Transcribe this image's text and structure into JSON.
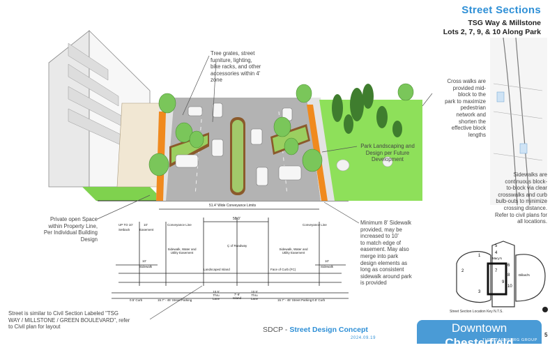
{
  "header": {
    "title": "Street Sections",
    "subtitle_line1": "TSG Way & Millstone",
    "subtitle_line2": "Lots 2, 7, 9, & 10 Along Park"
  },
  "annotations": {
    "tree_grates": [
      "Tree grates, street",
      "furniture, lighting,",
      "bike racks, and other",
      "accessories within 4'",
      "zone"
    ],
    "park": [
      "Park Landscaping and",
      "Design per Future",
      "Development"
    ],
    "private_space": [
      "Private open Space",
      "within Property Line,",
      "Per Individual Building",
      "Design"
    ],
    "sidewalk_min": [
      "Minimum 8' Sidewalk",
      "provided, may be",
      "increased to 10'",
      "to match edge of",
      "easement. May also",
      "merge into park",
      "design elements as",
      "long as consistent",
      "sidewalk around park",
      "is provided"
    ],
    "crosswalks": [
      "Cross walks are",
      "provided mid-",
      "block to the",
      "park to maximize",
      "pedestrian",
      "network and",
      "shorten the",
      "effective block",
      "lengths"
    ],
    "sidewalks_cont": [
      "Sidewalks are",
      "continuous block-",
      "to-block via clear",
      "crosswalks and curb",
      "bulb-outs to minimize",
      "crossing distance.",
      "Refer to civil plans for",
      "all locations."
    ],
    "civil_section": [
      "Street is similar to Civil Section Labeled \"TSG",
      "WAY / MILLSTONE / GREEN BOULEVARD\", refer",
      "to Civil plan for layout"
    ]
  },
  "section_labels": {
    "conveyance": "51.4' Wide Conveyance Limits",
    "row_width": "58.0'",
    "setback_dim": "UP TO 10'",
    "setback": "Setback",
    "easement_dim": "10'",
    "easement": "Easement",
    "conveyance_line": "Conveyance Line",
    "centerline": "Ç of Roadway",
    "sidewalk_utility": "Sidewalk, Water and Utility Easement",
    "sidewalk_dim": "10'",
    "sidewalk": "Sidewalk",
    "landscaped_island": "Landscaped Island",
    "face_of_curb": "Face of Curb (FC)",
    "curb": "0.5' Curb",
    "parking": "15.7' - 45' Street Parking",
    "thru_dim": "10.5'",
    "thru": "Thru",
    "lane": "Lane",
    "island_dim": "7'-9'",
    "island": "Island"
  },
  "key_map": {
    "caption": "Street Section Location Key N.T.S.",
    "lots": [
      "1",
      "2",
      "3",
      "4",
      "5",
      "6",
      "7",
      "8",
      "9",
      "10"
    ],
    "labels": [
      "Macy's",
      "Dillard's"
    ]
  },
  "footer": {
    "prefix": "SDCP - ",
    "concept": "Street Design Concept",
    "date": "2024.09.19",
    "brand_light": "Downtown ",
    "brand_bold": "Chesterfield",
    "brand_by": "THE STAENBERG GROUP",
    "page": "5"
  },
  "colors": {
    "accent": "#2e8fd6",
    "park_green": "#8ee05a",
    "road_gray": "#b3b3b3",
    "bike_orange": "#f08a1e",
    "tree_green": "#7ac65a"
  }
}
